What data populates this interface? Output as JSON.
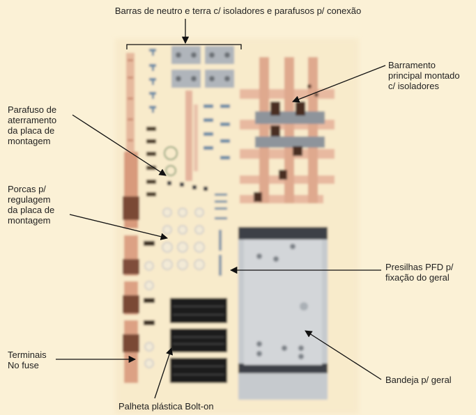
{
  "title": "Barras de neutro e terra c/ isoladores e parafusos p/ conexão",
  "labels": {
    "barramento": "Barramento\nprincipal montado\nc/ isoladores",
    "parafuso": "Parafuso de\naterramento\nda placa de\nmontagem",
    "porcas": "Porcas p/\nregulagem\nda placa de\nmontagem",
    "presilhas": "Presilhas PFD p/\nfixação do geral",
    "terminais": "Terminais\nNo fuse",
    "bandeja": "Bandeja p/ geral",
    "palheta": "Palheta plástica Bolt-on"
  },
  "colors": {
    "background": "#fbf1d6",
    "copper": "#d8a88a",
    "metal": "#c9cdd3",
    "plastic": "#1e1e1e",
    "text": "#1f1f1f"
  }
}
